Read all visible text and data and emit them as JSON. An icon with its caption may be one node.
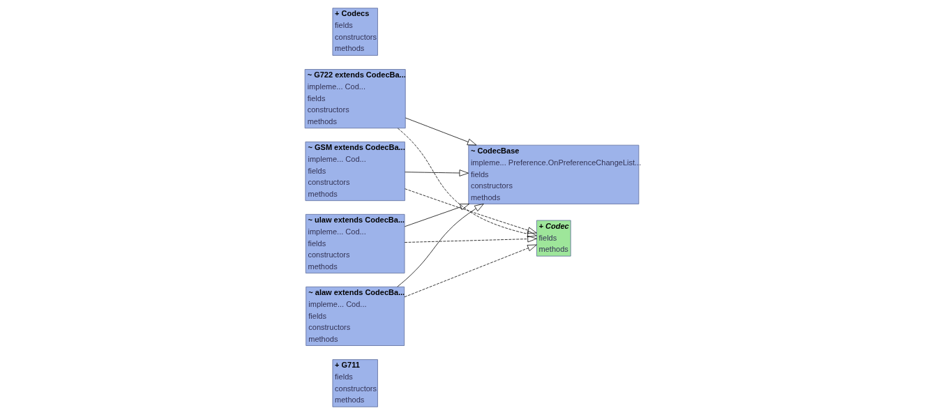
{
  "diagram": {
    "nodes": [
      {
        "text": [
          "+ G711",
          "fields",
          "constructors",
          "methods"
        ]
      },
      {
        "text": [
          "~ ulaw extends CodecBa...",
          "impleme... Cod...",
          "fields",
          "constructors",
          "methods"
        ]
      },
      {
        "text": [
          "+ Codecs",
          "fields",
          "constructors",
          "methods"
        ]
      },
      {
        "text": [
          "~ CodecBase",
          "impleme... Preference.OnPreferenceChangeList...",
          "fields",
          "constructors",
          "methods"
        ]
      },
      {
        "text": [
          "~ alaw extends CodecBa...",
          "impleme... Cod...",
          "fields",
          "constructors",
          "methods"
        ]
      },
      {
        "text": [
          "~ G722 extends CodecBa...",
          "impleme... Cod...",
          "fields",
          "constructors",
          "methods"
        ]
      },
      {
        "text": [
          "~ GSM extends CodecBa...",
          "impleme... Cod...",
          "fields",
          "constructors",
          "methods"
        ]
      },
      {
        "text": [
          "+ Codec",
          "fields",
          "methods"
        ]
      }
    ],
    "edges": [
      {
        "from": 1,
        "to": 3,
        "arrow": "to"
      },
      {
        "from": 4,
        "to": 3,
        "arrow": "to"
      },
      {
        "from": 5,
        "to": 3,
        "arrow": "to"
      },
      {
        "from": 6,
        "to": 3,
        "arrow": "to"
      },
      {
        "from": 1,
        "to": 7,
        "arrow": "to",
        "style": "dashed"
      },
      {
        "from": 4,
        "to": 7,
        "arrow": "to",
        "style": "dashed"
      },
      {
        "from": 5,
        "to": 7,
        "arrow": "to",
        "style": "dashed"
      },
      {
        "from": 6,
        "to": 7,
        "arrow": "to",
        "style": "dashed"
      }
    ]
  }
}
